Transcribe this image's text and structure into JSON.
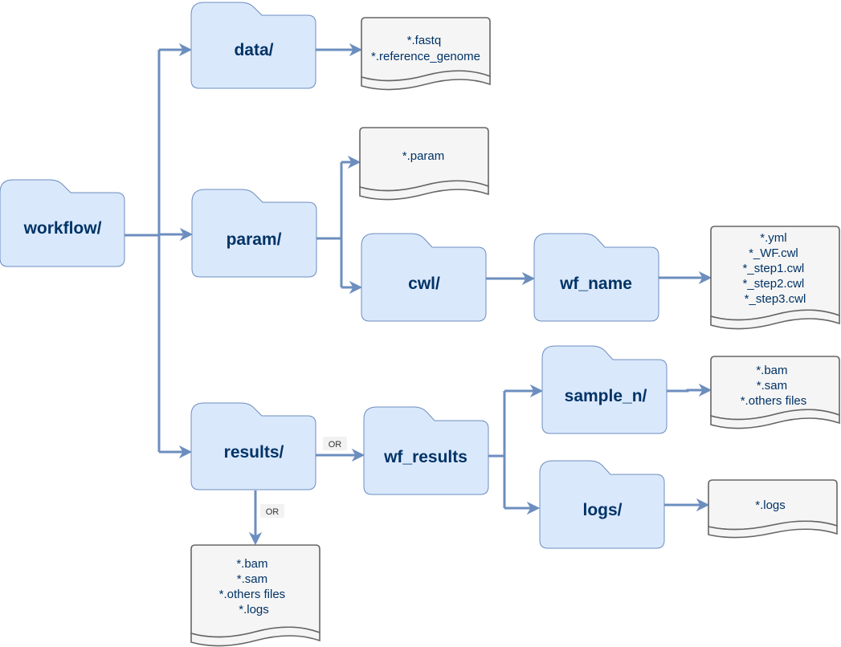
{
  "diagram": {
    "colors": {
      "folder_fill": "#dae8fc",
      "folder_stroke": "#6c8ebf",
      "doc_fill": "#f5f5f5",
      "doc_stroke": "#666666",
      "edge": "#6c8ebf",
      "text": "#003366"
    },
    "folders": {
      "workflow": "workflow/",
      "data": "data/",
      "param": "param/",
      "cwl": "cwl/",
      "wf_name": "wf_name",
      "results": "results/",
      "wf_results": "wf_results",
      "sample_n": "sample_n/",
      "logs": "logs/"
    },
    "documents": {
      "data_files": [
        "*.fastq",
        "*.reference_genome"
      ],
      "param_files": [
        "*.param"
      ],
      "wf_name_files": [
        "*.yml",
        "*_WF.cwl",
        "*_step1.cwl",
        "*_step2.cwl",
        "*_step3.cwl"
      ],
      "sample_files": [
        "*.bam",
        "*.sam",
        "*.others files"
      ],
      "logs_files": [
        "*.logs"
      ],
      "results_files": [
        "*.bam",
        "*.sam",
        "*.others files",
        "*.logs"
      ]
    },
    "edge_labels": {
      "results_to_wf_results": "OR",
      "results_to_files": "OR"
    }
  }
}
